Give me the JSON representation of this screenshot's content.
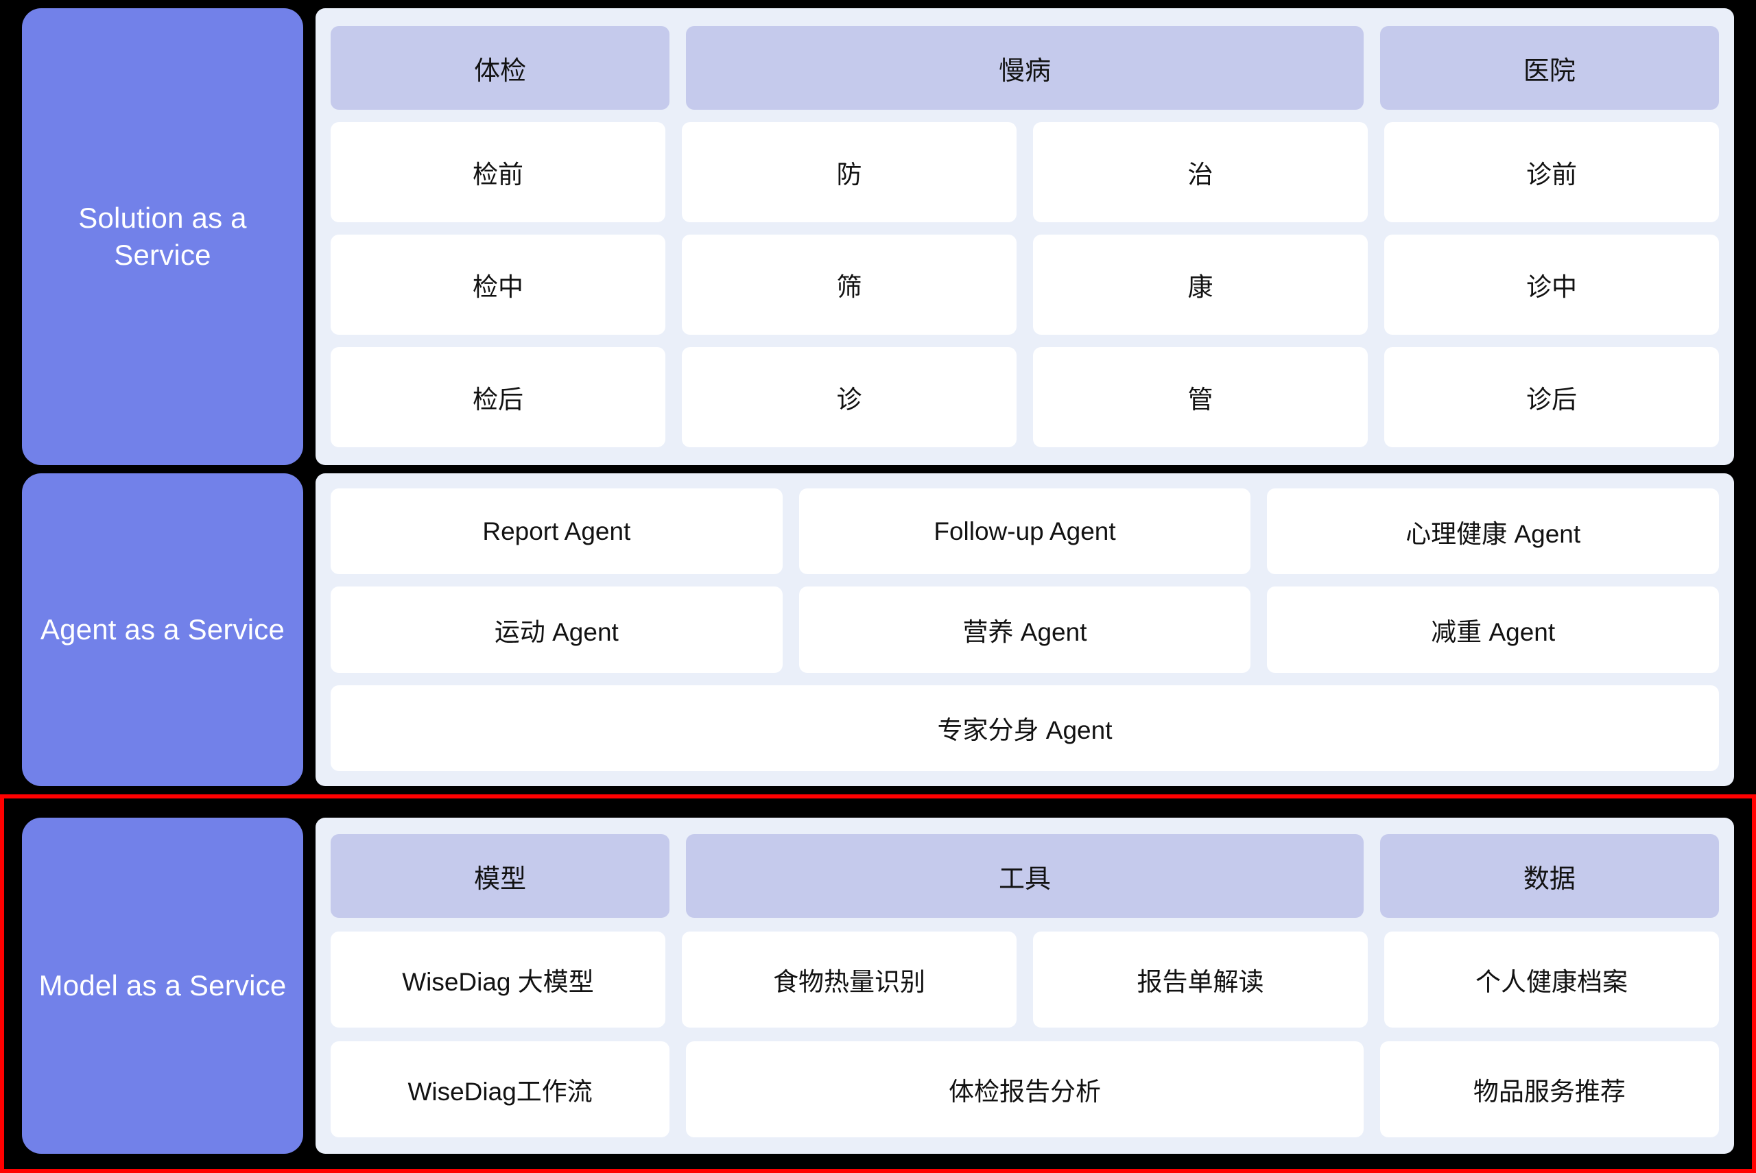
{
  "colors": {
    "background": "#000000",
    "sidebar": "#7281E9",
    "panel": "#EAEFF9",
    "header_cell": "#C5CAEC",
    "cell": "#FFFFFF",
    "highlight_border": "#FF0000",
    "text_dark": "#121212",
    "text_light": "#FFFFFF"
  },
  "sections": [
    {
      "id": "solution",
      "label": "Solution as a Service",
      "headers": [
        {
          "label": "体检",
          "span": 1
        },
        {
          "label": "慢病",
          "span": 2
        },
        {
          "label": "医院",
          "span": 1
        }
      ],
      "rows": [
        [
          {
            "label": "检前",
            "span": 1
          },
          {
            "label": "防",
            "span": 1
          },
          {
            "label": "治",
            "span": 1
          },
          {
            "label": "诊前",
            "span": 1
          }
        ],
        [
          {
            "label": "检中",
            "span": 1
          },
          {
            "label": "筛",
            "span": 1
          },
          {
            "label": "康",
            "span": 1
          },
          {
            "label": "诊中",
            "span": 1
          }
        ],
        [
          {
            "label": "检后",
            "span": 1
          },
          {
            "label": "诊",
            "span": 1
          },
          {
            "label": "管",
            "span": 1
          },
          {
            "label": "诊后",
            "span": 1
          }
        ]
      ]
    },
    {
      "id": "agent",
      "label": "Agent as a Service",
      "headers": [],
      "rows": [
        [
          {
            "label": "Report Agent",
            "span": 1
          },
          {
            "label": "Follow-up Agent",
            "span": 1
          },
          {
            "label": "心理健康 Agent",
            "span": 1
          }
        ],
        [
          {
            "label": "运动 Agent",
            "span": 1
          },
          {
            "label": "营养 Agent",
            "span": 1
          },
          {
            "label": "减重 Agent",
            "span": 1
          }
        ],
        [
          {
            "label": "专家分身 Agent",
            "span": 3
          }
        ]
      ]
    },
    {
      "id": "model",
      "label": "Model as a Service",
      "highlighted": true,
      "headers": [
        {
          "label": "模型",
          "span": 1
        },
        {
          "label": "工具",
          "span": 2
        },
        {
          "label": "数据",
          "span": 1
        }
      ],
      "rows": [
        [
          {
            "label": "WiseDiag 大模型",
            "span": 1
          },
          {
            "label": "食物热量识别",
            "span": 1
          },
          {
            "label": "报告单解读",
            "span": 1
          },
          {
            "label": "个人健康档案",
            "span": 1
          }
        ],
        [
          {
            "label": "WiseDiag工作流",
            "span": 1
          },
          {
            "label": "体检报告分析",
            "span": 2
          },
          {
            "label": "物品服务推荐",
            "span": 1
          }
        ]
      ]
    }
  ]
}
